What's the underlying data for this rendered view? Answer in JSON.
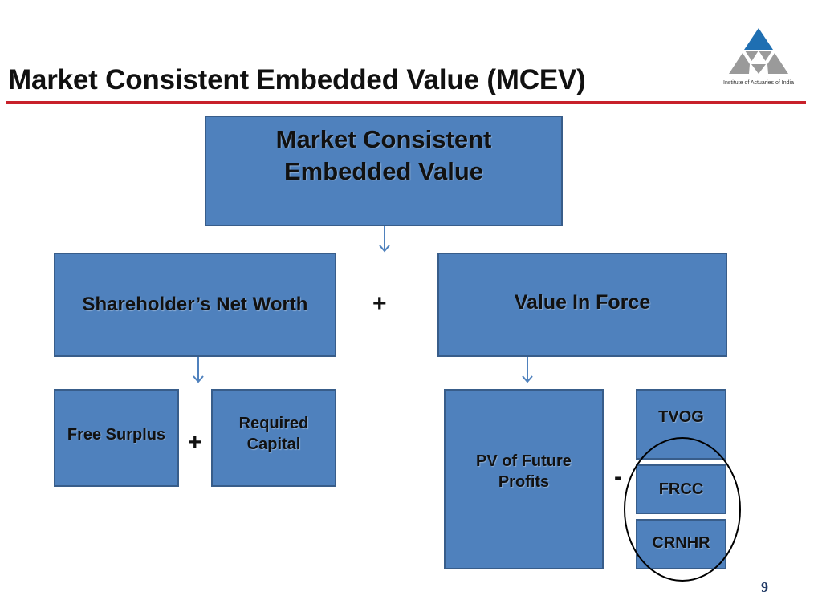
{
  "slide": {
    "title": "Market Consistent Embedded Value (MCEV)",
    "page_number": "9"
  },
  "logo": {
    "caption": "Institute of Actuaries of India"
  },
  "diagram": {
    "top_box": {
      "line1": "Market Consistent",
      "line2": "Embedded Value"
    },
    "shareholders_net_worth": "Shareholder’s Net Worth",
    "value_in_force": "Value In Force",
    "operator_plus": "+",
    "operator_minus": "-",
    "free_surplus": "Free Surplus",
    "required_capital": {
      "line1": "Required",
      "line2": "Capital"
    },
    "pv_future_profits": {
      "line1": "PV of Future",
      "line2": "Profits"
    },
    "tvog": "TVOG",
    "frcc": "FRCC",
    "crnhr": "CRNHR"
  },
  "colors": {
    "box_fill": "#4f81bd",
    "box_border": "#385d8a",
    "title_rule": "#c8202a",
    "arrow": "#4f81bd",
    "logo_blue": "#1f6fb2",
    "logo_grey": "#9a9a9a"
  }
}
